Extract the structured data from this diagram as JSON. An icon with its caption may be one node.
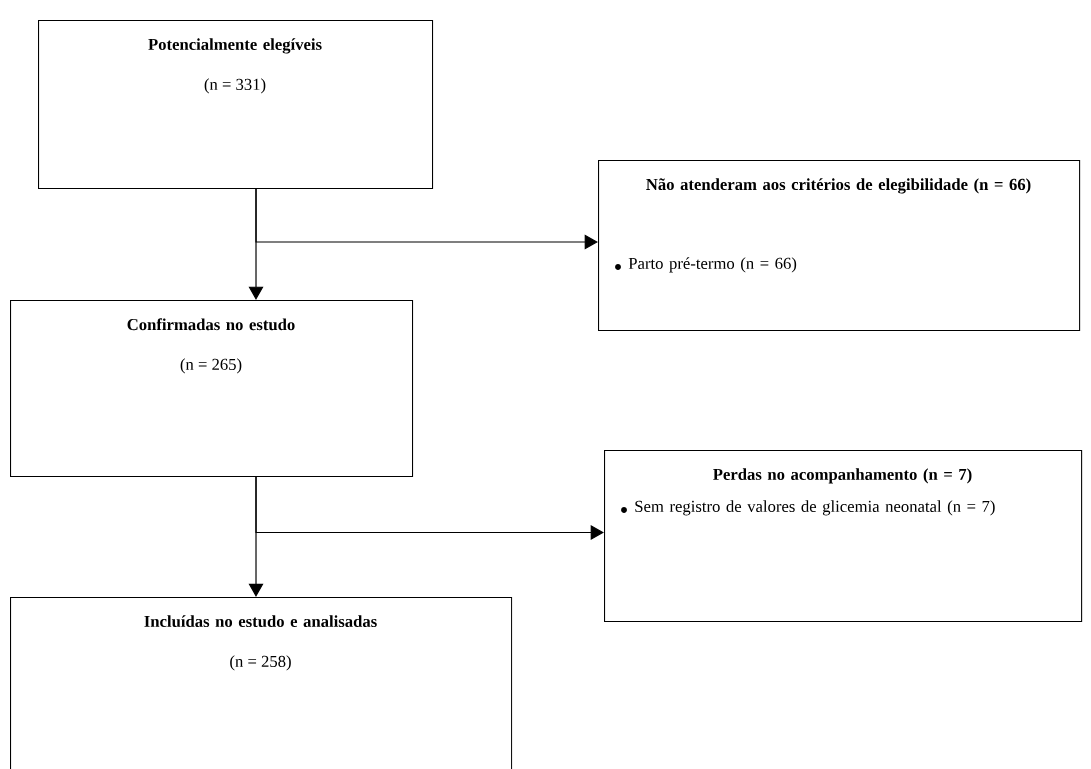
{
  "diagram": {
    "nodes": [
      {
        "text": [
          "Potencialmente elegíveis",
          "(n = 331)"
        ]
      },
      {
        "text": [
          "Não atenderam aos critérios de elegibilidade (n = 66)",
          "Parto pré-termo (n = 66)"
        ]
      },
      {
        "text": [
          "Confirmadas no estudo",
          "(n = 265)"
        ]
      },
      {
        "text": [
          "Perdas no acompanhamento (n = 7)",
          "Sem registro de valores de glicemia neonatal (n = 7)"
        ]
      },
      {
        "text": [
          "Incluídas no estudo e analisadas",
          "(n = 258)"
        ]
      }
    ],
    "edges": [
      {
        "from": 0,
        "to": 2,
        "arrow": "to"
      },
      {
        "from": 0,
        "to": 1,
        "arrow": "to"
      },
      {
        "from": 2,
        "to": 4,
        "arrow": "to"
      },
      {
        "from": 2,
        "to": 3,
        "arrow": "to"
      }
    ]
  }
}
